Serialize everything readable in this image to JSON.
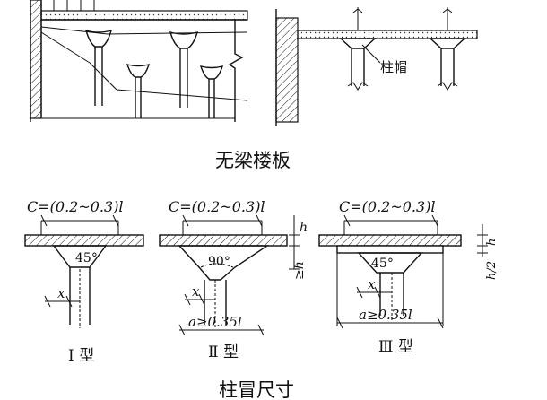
{
  "top": {
    "caption": "无梁楼板",
    "capital_label": "柱帽"
  },
  "bottom": {
    "caption": "柱冒尺寸",
    "formula": "C=(0.2~0.3)l",
    "type1": {
      "label": "Ⅰ 型",
      "angle": "45°",
      "x_label": "x"
    },
    "type2": {
      "label": "Ⅱ 型",
      "angle": "90°",
      "x_label": "x",
      "a_label": "a≥0.35l",
      "h_label": "h",
      "geh_label": "≥h"
    },
    "type3": {
      "label": "Ⅲ 型",
      "angle": "45°",
      "x_label": "x",
      "a_label": "a≥0.35l",
      "h_label": "h",
      "h2_label": "h/2"
    }
  }
}
